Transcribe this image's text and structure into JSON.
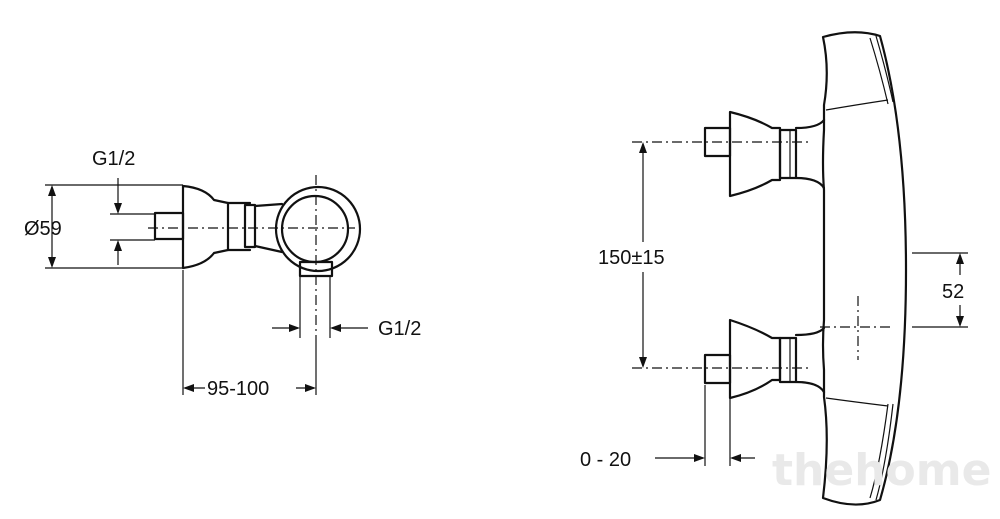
{
  "drawing": {
    "side_view": {
      "inlet_thread": "G1/2",
      "body_diameter": "Ø59",
      "outlet_thread": "G1/2",
      "projection": "95-100"
    },
    "front_view": {
      "inlet_spacing": "150±15",
      "outlet_offset": "52",
      "eccentric_adjust": "0 - 20"
    }
  },
  "watermark": {
    "text": "thehome"
  }
}
